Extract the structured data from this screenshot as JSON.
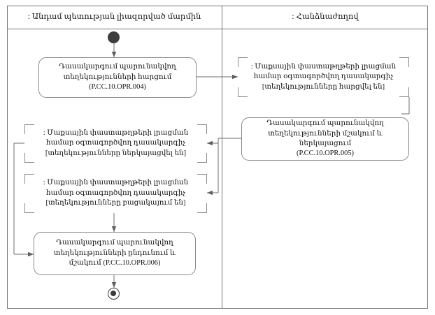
{
  "diagram": {
    "type": "uml-activity-diagram",
    "lanes": [
      {
        "id": "member-state-authority",
        "title": ": Անդամ պետության լիազորված մարմին"
      },
      {
        "id": "commission",
        "title": ": Հանձնաժողով"
      }
    ],
    "nodes": {
      "initial": {
        "kind": "initial-node",
        "lane": "member-state-authority"
      },
      "final": {
        "kind": "final-node",
        "lane": "member-state-authority"
      },
      "action_request": {
        "kind": "action",
        "lane": "member-state-authority",
        "text": "Դասակարգում պարունակվող տեղեկությունների հարցում (P.CC.10.OPR.004)",
        "line1": "Դասակարգում պարունակվող",
        "line2": "տեղեկությունների հարցում",
        "code": "(P.CC.10.OPR.004)"
      },
      "object_requested": {
        "kind": "object-node",
        "lane": "commission",
        "line1": ": Մաքսային փաստաթղթերի լրացման",
        "line2": "համար օգտագործվող դասակարգիչ",
        "line3": "[տեղեկությունները հարցվել են]"
      },
      "action_process": {
        "kind": "action",
        "lane": "commission",
        "line1": "Դասակարգում պարունակվող",
        "line2": "տեղեկությունների մշակում և ներկայացում",
        "code": "(P.CC.10.OPR.005)"
      },
      "object_presented": {
        "kind": "object-node",
        "lane": "member-state-authority",
        "line1": ": Մաքսային փաստաթղթերի լրացման",
        "line2": "համար օգտագործվող դասակարգիչ",
        "line3": "[տեղեկությունները ներկայացվել են]"
      },
      "object_absent": {
        "kind": "object-node",
        "lane": "member-state-authority",
        "line1": ": Մաքսային փաստաթղթերի լրացման",
        "line2": "համար օգտագործվող դասակարգիչ",
        "line3": "[տեղեկությունները բացակայում են]"
      },
      "action_receive": {
        "kind": "action",
        "lane": "member-state-authority",
        "line1": "Դասակարգում պարունակվող",
        "line2": "տեղեկությունների ընդունում և",
        "line3": "մշակում (P.CC.10.OPR.006)"
      }
    },
    "colors": {
      "frame_border": "#767676",
      "node_border": "#8a8a8a",
      "connector": "#6e6e6e",
      "node_marker": "#3d3d3d",
      "text": "#151515",
      "background": "#ffffff"
    }
  }
}
